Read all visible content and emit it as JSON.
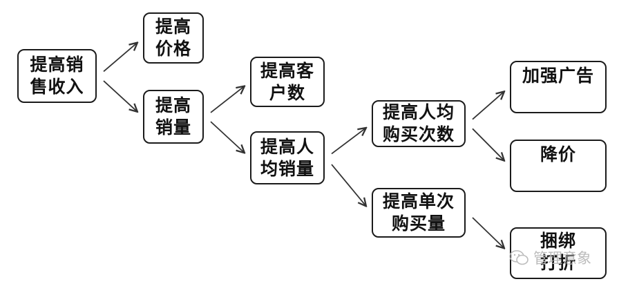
{
  "nodes": {
    "increase_sales_revenue": [
      "提高销",
      "售收入"
    ],
    "raise_price": [
      "提高",
      "价格"
    ],
    "increase_sales_volume": [
      "提高",
      "销量"
    ],
    "increase_customers": [
      "提高客",
      "户数"
    ],
    "increase_volume_per_customer": [
      "提高人",
      "均销量"
    ],
    "increase_purchase_frequency": [
      "提高人均",
      "购买次数"
    ],
    "increase_single_purchase": [
      "提高单次",
      "购买量"
    ],
    "more_advertising": [
      "加强广告"
    ],
    "price_cut": [
      "降价"
    ],
    "bundle_discount": [
      "捆绑",
      "打折"
    ]
  },
  "edges": [
    [
      "increase_sales_revenue",
      "raise_price"
    ],
    [
      "increase_sales_revenue",
      "increase_sales_volume"
    ],
    [
      "increase_sales_volume",
      "increase_customers"
    ],
    [
      "increase_sales_volume",
      "increase_volume_per_customer"
    ],
    [
      "increase_volume_per_customer",
      "increase_purchase_frequency"
    ],
    [
      "increase_volume_per_customer",
      "increase_single_purchase"
    ],
    [
      "increase_purchase_frequency",
      "more_advertising"
    ],
    [
      "increase_purchase_frequency",
      "price_cut"
    ],
    [
      "increase_single_purchase",
      "bundle_discount"
    ]
  ],
  "watermark": {
    "text": "管理意象",
    "icon": "wechat-icon"
  },
  "colors": {
    "border": "#1a1a1a",
    "text": "#111111",
    "arrow": "#333333",
    "watermark": "#bcbcbc"
  }
}
